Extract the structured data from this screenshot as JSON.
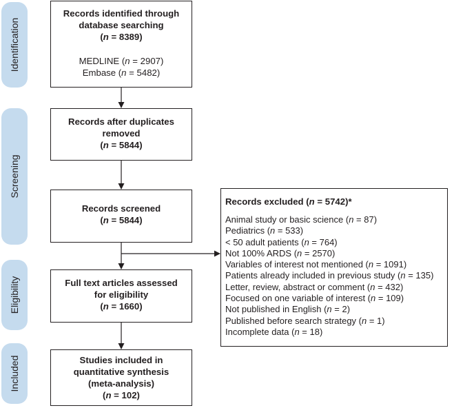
{
  "stages": [
    "Identification",
    "Screening",
    "Eligibility",
    "Included"
  ],
  "boxes": {
    "identified": {
      "title_line1": "Records identified through",
      "title_line2": "database searching",
      "count": "(n = 8389)",
      "sources": [
        "MEDLINE (n = 2907)",
        "Embase (n = 5482)"
      ]
    },
    "after_duplicates": {
      "title_line1": "Records after duplicates",
      "title_line2": "removed",
      "count": "(n = 5844)"
    },
    "screened": {
      "title_line1": "Records screened",
      "count": "(n = 5844)"
    },
    "full_text": {
      "title_line1": "Full text articles assessed",
      "title_line2": "for eligibility",
      "count": "(n = 1660)"
    },
    "included": {
      "title_line1": "Studies included in",
      "title_line2": "quantitative synthesis",
      "title_line3": "(meta-analysis)",
      "count": "(n = 102)"
    },
    "excluded": {
      "title": "Records excluded (n = 5742)*",
      "items": [
        "Animal study or basic science (n = 87)",
        "Pediatrics (n = 533)",
        "< 50 adult patients (n = 764)",
        "Not 100% ARDS (n = 2570)",
        "Variables of interest not mentioned (n = 1091)",
        "Patients already included in previous study (n = 135)",
        "Letter, review, abstract or comment (n = 432)",
        "Focused on one variable of interest (n = 109)",
        "Not published in English (n = 2)",
        "Published before search strategy (n = 1)",
        "Incomplete data (n = 18)"
      ]
    }
  },
  "colors": {
    "stage_tab": "#c5dbee",
    "stroke": "#231f20"
  }
}
